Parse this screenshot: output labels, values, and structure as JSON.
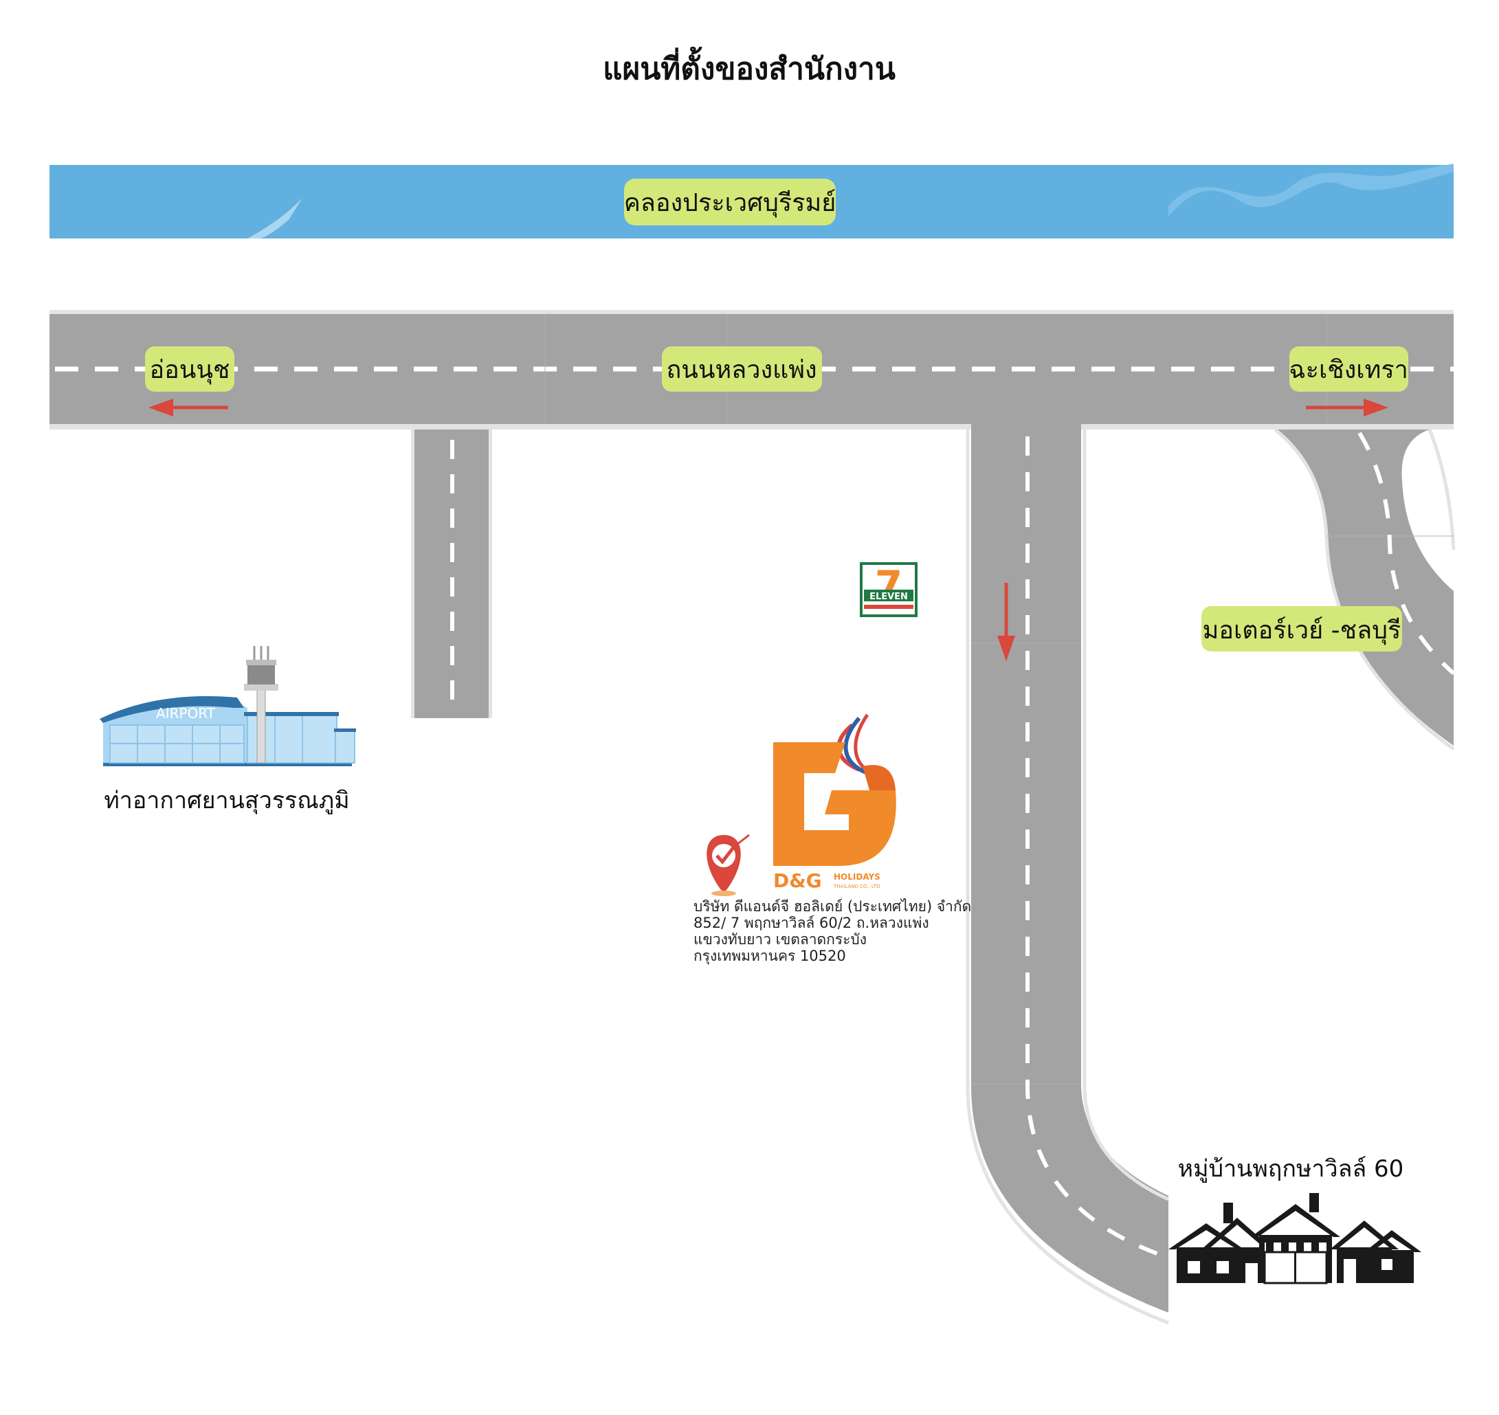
{
  "map": {
    "title": "แผนที่ตั้งของสำนักงาน",
    "canal_label": "คลองประเวศบุรีรมย์",
    "road_main_label": "ถนนหลวงแพ่ง",
    "direction_left_label": "อ่อนนุช",
    "direction_right_label": "ฉะเชิงเทรา",
    "motorway_label": "มอเตอร์เวย์ -ชลบุรี",
    "airport_sign": "AIRPORT",
    "airport_label": "ท่าอากาศยานสุวรรณภูมิ",
    "village_label": "หมู่บ้านพฤกษาวิลล์ 60",
    "store_logo_text": "ELEVEN",
    "store_logo_number": "7",
    "company_logo_name": "D&G",
    "company_logo_sub": "HOLIDAYS",
    "company_logo_sub2": "THAILAND CO., LTD",
    "address_lines": [
      "บริษัท ดีแอนด์จี ฮอลิเดย์ (ประเทศไทย) จำกัด",
      "852/ 7 พฤกษาวิลล์ 60/2 ถ.หลวงแพ่ง",
      "แขวงทับยาว เขตลาดกระบัง",
      "กรุงเทพมหานคร 10520"
    ],
    "colors": {
      "canal": "#62b0df",
      "road": "#a3a3a3",
      "pill": "#d4e87a",
      "arrow": "#d9473d",
      "logo_orange": "#f08a2b",
      "store_green": "#1f7a43"
    }
  }
}
